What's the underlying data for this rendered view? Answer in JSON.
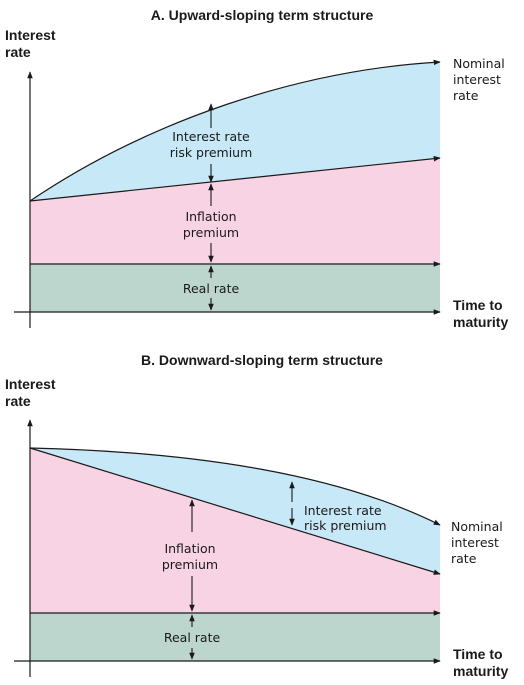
{
  "colors": {
    "risk_premium": "#c7e8f7",
    "inflation_premium": "#f8d3e3",
    "real_rate": "#bcd6cd",
    "line": "#1a1a1a"
  },
  "panel_a": {
    "title": "A. Upward-sloping term structure",
    "y_axis_label": [
      "Interest",
      "rate"
    ],
    "x_axis_label": [
      "Time to",
      "maturity"
    ],
    "curve_label": [
      "Nominal",
      "interest",
      "rate"
    ],
    "risk_premium_label": [
      "Interest rate",
      "risk premium"
    ],
    "inflation_premium_label": [
      "Inflation",
      "premium"
    ],
    "real_rate_label": "Real rate"
  },
  "panel_b": {
    "title": "B. Downward-sloping term structure",
    "y_axis_label": [
      "Interest",
      "rate"
    ],
    "x_axis_label": [
      "Time to",
      "maturity"
    ],
    "curve_label": [
      "Nominal",
      "interest",
      "rate"
    ],
    "risk_premium_label": [
      "Interest rate",
      "risk premium"
    ],
    "inflation_premium_label": [
      "Inflation",
      "premium"
    ],
    "real_rate_label": "Real rate"
  }
}
